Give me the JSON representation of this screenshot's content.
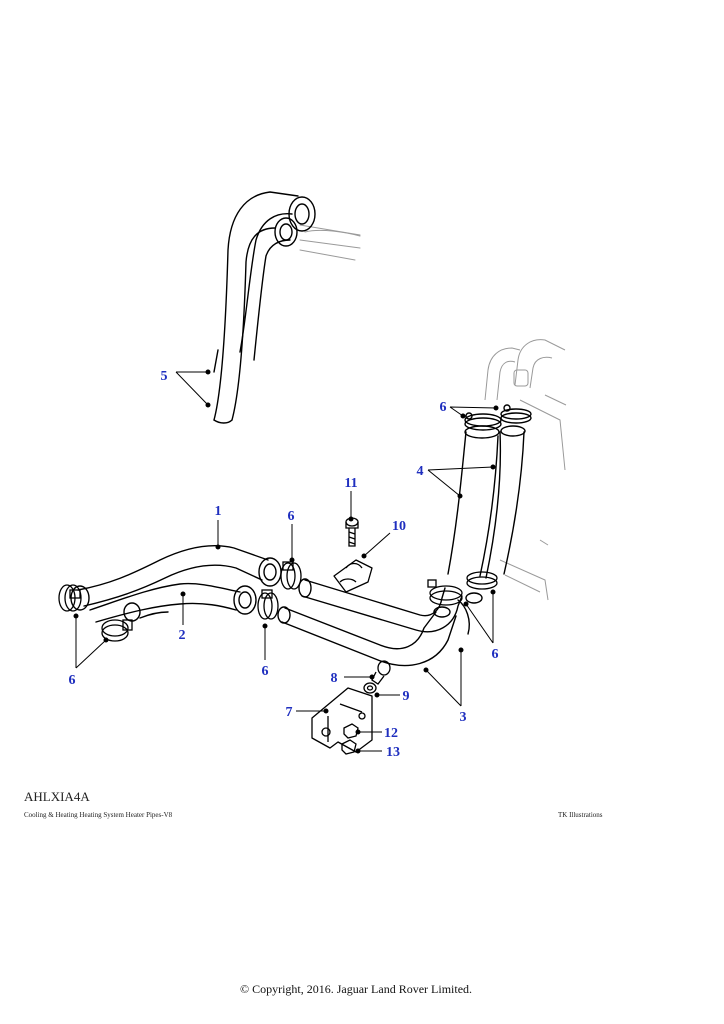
{
  "colors": {
    "callout": "#1f2fbf",
    "line": "#000000",
    "faint_line": "#9a9a9a"
  },
  "callouts": [
    "1",
    "2",
    "3",
    "4",
    "5",
    "6",
    "6",
    "6",
    "6",
    "6",
    "7",
    "8",
    "9",
    "10",
    "11",
    "12",
    "13"
  ],
  "footer": {
    "drawing_code": "AHLXIA4A",
    "caption": "Cooling & Heating Heating System Heater Pipes-V8",
    "credit": "TK Illustrations"
  },
  "copyright": "© Copyright, 2016. Jaguar Land Rover Limited."
}
